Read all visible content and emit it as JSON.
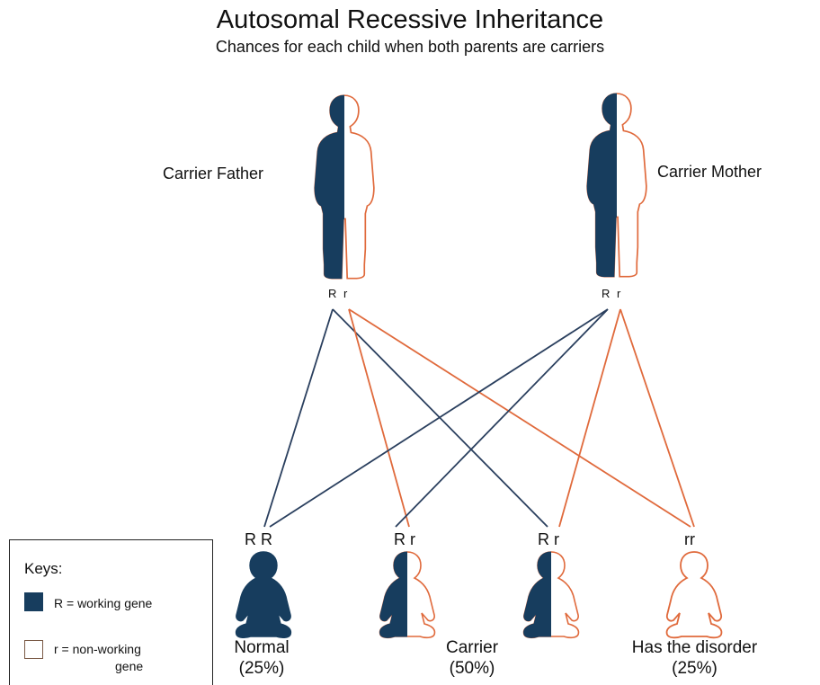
{
  "title": "Autosomal Recessive Inheritance",
  "subtitle": "Chances for each child when both parents are carriers",
  "colors": {
    "working": "#173d5e",
    "non_working": "#e06a3c",
    "outline": "#e06a3c"
  },
  "parents": {
    "father": {
      "label": "Carrier Father",
      "alleles": "R r"
    },
    "mother": {
      "label": "Carrier Mother",
      "alleles": "R r"
    }
  },
  "children": [
    {
      "genotype": "R R",
      "outcome": "Normal",
      "probability": "(25%)"
    },
    {
      "genotype": "R r",
      "outcome": "",
      "probability": ""
    },
    {
      "genotype": "R r",
      "outcome": "Carrier",
      "probability": "(50%)"
    },
    {
      "genotype": "rr",
      "outcome": "Has the disorder",
      "probability": "(25%)"
    }
  ],
  "key": {
    "title": "Keys:",
    "working": "R = working gene",
    "non_working_line1": "r = non-working",
    "non_working_line2": "gene"
  }
}
